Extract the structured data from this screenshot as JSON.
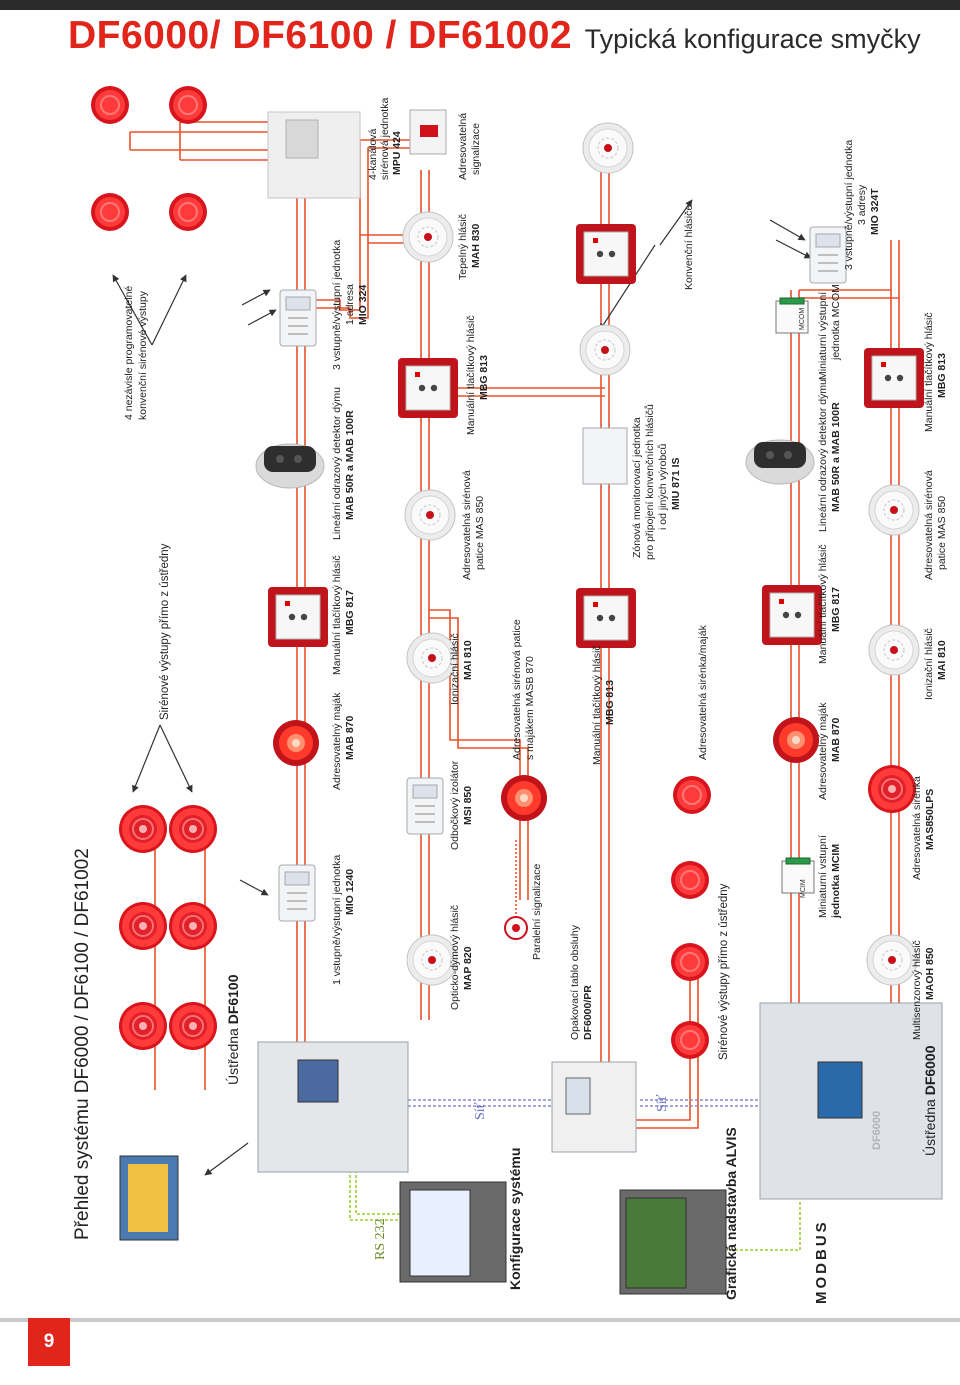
{
  "header": {
    "title_main": "DF6000/ DF6100 / DF61002",
    "title_sub": "Typická konfigurace smyčky"
  },
  "page_number": "9",
  "sections": {
    "overview": "Přehled systému DF6000 / DF6100 / DF61002",
    "config": "Konfigurace systému",
    "graphic_a": "Grafická nadstavba ",
    "graphic_b": "ALVIS",
    "modbus": "MODBUS",
    "rs232": "RS 232",
    "net1": "Síť",
    "net2": "Síť"
  },
  "panels": {
    "df6100_a": "Ústředna ",
    "df6100_b": "DF6100",
    "df6000_a": "Ústředna ",
    "df6000_b": "DF6000"
  },
  "labels": {
    "four_ind_1": "4 nezávisle programovatelné",
    "four_ind_2": "konvenční sirénové výstupy",
    "siren_out_1": "Sirénové výstupy přímo z ústředny",
    "siren_out_2": "Sirénové výstupy přímo z ústředny",
    "mio1240_a": "1 vstupně/výstupní jednotka",
    "mio1240_b": "MIO 1240",
    "mab870_a_1": "Adresovatelný maják",
    "mab870_b_1": "MAB 870",
    "mbg817_a_1": "Manuální tlačítkový hlásič",
    "mbg817_b_1": "MBG 817",
    "mab50_a_1": "Lineární odrazový detektor dýmu",
    "mab50_b_1": "MAB 50R a MAB 100R",
    "mio324_a": "3 vstupně/výstupní jednotka",
    "mio324_b": "1 adresa",
    "mio324_c": "MIO 324",
    "mpu424_a": "4-kanálová",
    "mpu424_b": "sirénová jednotka",
    "mpu424_c": "MPU 424",
    "map820_a": "Opticko-dýmový hlásič",
    "map820_b": "MAP 820",
    "msi850_a": "Odbočkový izolátor",
    "msi850_b": "MSI 850",
    "mai810_a_1": "Ionizační hlásič",
    "mai810_b_1": "MAI 810",
    "mas850_a_1": "Adresovatelná sirénová",
    "mas850_b_1": "patice MAS 850",
    "mbg813_a_1": "Manuální tlačítkový hlásič",
    "mbg813_b_1": "MBG 813",
    "mah830_a": "Tepelný hlásič",
    "mah830_b": "MAH 830",
    "adr_sign_a": "Adresovatelná",
    "adr_sign_b": "signalizace",
    "parallel": "Paralelní signalizace",
    "masb_a": "Adresovatelná sirénová patice",
    "masb_b": "s majákem MASB 870",
    "opak_a": "Opakovací tablo obsluhy",
    "opak_b": "DF6000/PR",
    "mbg813_a_2": "Manuální tlačítkový hlásič",
    "mbg813_b_2": "MBG 813",
    "miu_a": "Zónová monitorovací jednotka",
    "miu_b": "pro připojení konvenčních hlásičů",
    "miu_c": "i od jiných výrobců",
    "miu_d": "MIU 871 IS",
    "conv": "Konvenční hlásiče",
    "adr_siren_majak": "Adresovatelná sirénka/maják",
    "mcim_a": "Miniaturní vstupní",
    "mcim_b": "jednotka MCIM",
    "mab870_a_2": "Adresovatelný maják",
    "mab870_b_2": "MAB 870",
    "mbg817_a_2": "Manuální tlačítkový hlásič",
    "mbg817_b_2": "MBG 817",
    "mab50_a_2": "Lineární odrazový detektor dýmu",
    "mab50_b_2": "MAB 50R a MAB 100R",
    "mcom_a": "Miniaturní výstupní",
    "mcom_b": "jednotka MCOM",
    "mio324t_a": "3 vstupně/výstupní jednotka",
    "mio324t_b": "3 adresy",
    "mio324t_c": "MIO 324T",
    "maoh_a": "Multisenzorový hlásič",
    "maoh_b": "MAOH 850",
    "mas850lps_a": "Adresovatelná sirénka",
    "mas850lps_b": "MAS850LPS",
    "mai810_a_2": "Ionizační hlásič",
    "mai810_b_2": "MAI 810",
    "mas850_a_2": "Adresovatelná sirénová",
    "mas850_b_2": "patice MAS 850",
    "mbg813_a_3": "Manuální tlačítkový hlásič",
    "mbg813_b_3": "MBG 813"
  },
  "device_marks": {
    "mcim_tag": "MCIM",
    "mcom_tag": "MCOM",
    "df_screen": "DF6000"
  },
  "icons": [
    "siren",
    "beacon",
    "manual-call-point",
    "smoke-detector",
    "heat-detector",
    "beam-detector",
    "io-module",
    "control-panel",
    "laptop",
    "repeater-panel",
    "arrow"
  ],
  "colors": {
    "accent": "#e1251b",
    "loop_line": "#e8502a",
    "network_line": "#8a8ad0",
    "rs232_line": "#9acd32",
    "text": "#222222"
  }
}
